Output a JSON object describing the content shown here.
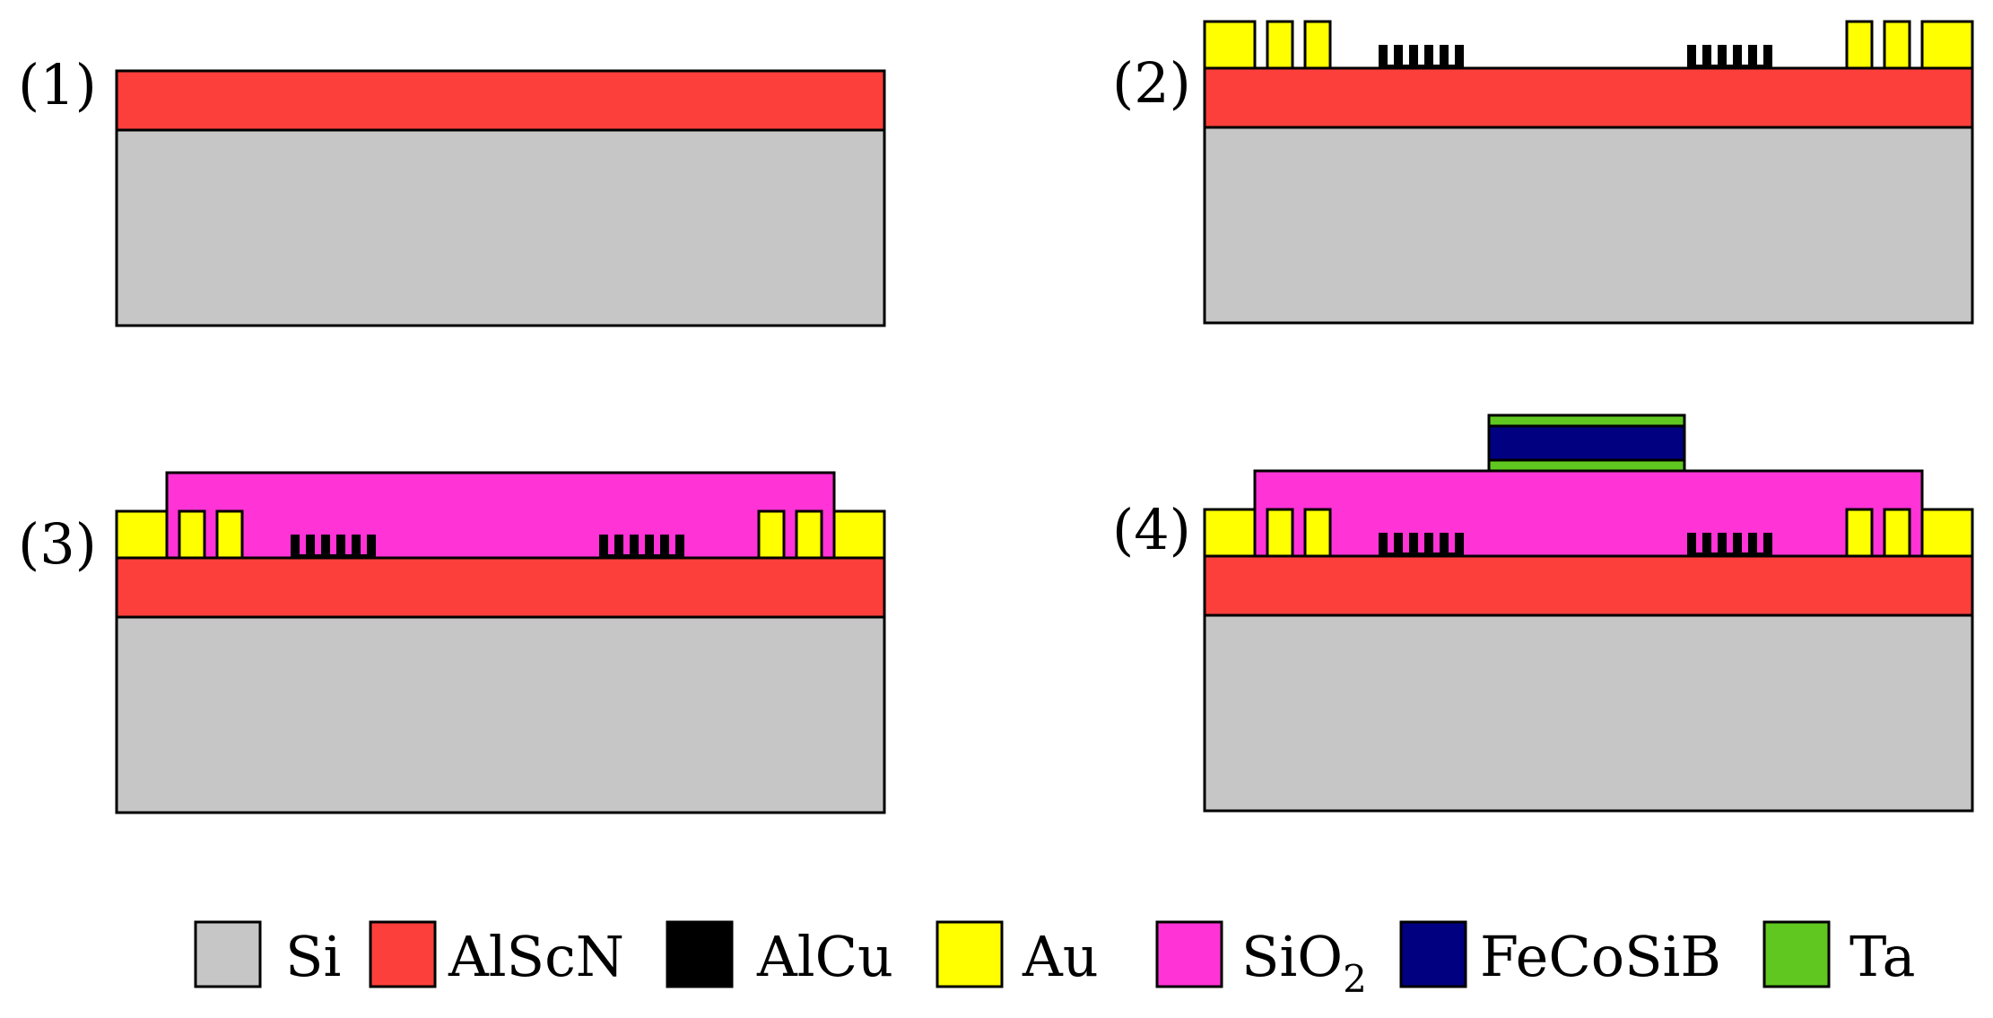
{
  "steps": [
    {
      "label": "(1)"
    },
    {
      "label": "(2)"
    },
    {
      "label": "(3)"
    },
    {
      "label": "(4)"
    }
  ],
  "materials": [
    {
      "key": "si",
      "name": "Si",
      "color": "#c6c6c6"
    },
    {
      "key": "alscn",
      "name": "AlScN",
      "color": "#fd3f3b"
    },
    {
      "key": "alcu",
      "name": "AlCu",
      "color": "#000000"
    },
    {
      "key": "au",
      "name": "Au",
      "color": "#ffff00"
    },
    {
      "key": "sio2",
      "name": "SiO",
      "sub": "2",
      "color": "#ff33d6"
    },
    {
      "key": "fecosib",
      "name": "FeCoSiB",
      "color": "#000080"
    },
    {
      "key": "ta",
      "name": "Ta",
      "color": "#60c720"
    }
  ]
}
